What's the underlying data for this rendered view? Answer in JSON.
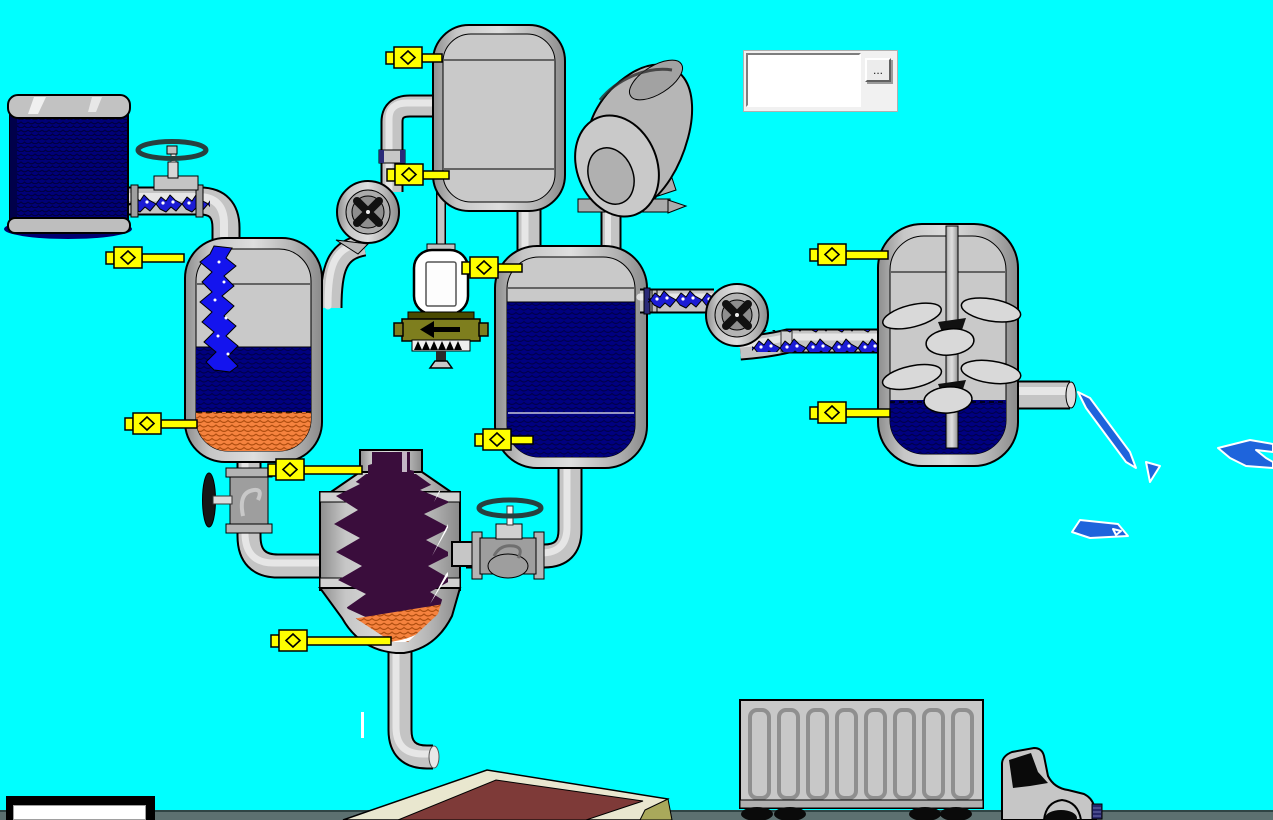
{
  "scene": {
    "type": "scada-process-mimic",
    "description": "industrial batch process overview with tanks, reactors, pumps, valves, sensors, crystallizer, discharge bin and truck"
  },
  "file_picker": {
    "value": "",
    "browse_label": "..."
  },
  "colors": {
    "background": "#00FFFF",
    "liquid_navy": "#000080",
    "liquid_navy_dark": "#00004E",
    "flow_blue": "#1C1CD6",
    "stream_blue": "#1414EE",
    "sensor_yellow": "#FFFF00",
    "sediment_orange": "#F5823E",
    "sediment_orange_dark": "#B04E10",
    "crystal_purple": "#3A0D3C",
    "handwheel": "#27403F",
    "filter_olive": "#7E7E1E",
    "splash_blue": "#1E64DC",
    "ground": "#5C7070",
    "grille_navy": "#26266A",
    "bin_rim": "#E9E7CF",
    "bin_interior": "#7E3A38",
    "bin_wedge": "#A9A95B",
    "metal": "#C4C4C4",
    "metal_dark": "#8A8A8A",
    "outline": "#000000"
  },
  "equipment": [
    {
      "id": "storage-tank",
      "kind": "storage-tank-full-navy"
    },
    {
      "id": "tank-outlet-valve",
      "kind": "gate-valve-with-handwheel"
    },
    {
      "id": "left-reactor",
      "kind": "vessel-with-falling-stream-navy-liquid-orange-sediment"
    },
    {
      "id": "feed-pump",
      "kind": "centrifugal-pump"
    },
    {
      "id": "top-tank",
      "kind": "empty-vertical-vessel"
    },
    {
      "id": "inline-filter",
      "kind": "filter-with-left-arrow"
    },
    {
      "id": "blower-motor",
      "kind": "inclined-motor-blower"
    },
    {
      "id": "center-vessel",
      "kind": "vessel-nearly-full-navy"
    },
    {
      "id": "circulation-pump",
      "kind": "centrifugal-pump"
    },
    {
      "id": "right-reactor",
      "kind": "agitated-vessel-low-level"
    },
    {
      "id": "reactor-drain-valve",
      "kind": "globe-valve-side-handwheel"
    },
    {
      "id": "transfer-valve",
      "kind": "globe-valve-top-handwheel"
    },
    {
      "id": "crystallizer",
      "kind": "vessel-with-purple-crystal-mass-orange-pool"
    },
    {
      "id": "discharge-bin",
      "kind": "open-tote-bin"
    },
    {
      "id": "truck",
      "kind": "container-truck"
    }
  ],
  "sensors": [
    "top-tank",
    "pump-discharge",
    "left-reactor-top",
    "left-reactor-bottom",
    "center-vessel-top",
    "center-vessel-bottom",
    "right-reactor-top",
    "right-reactor-bottom",
    "crystallizer-top",
    "crystallizer-bottom"
  ]
}
